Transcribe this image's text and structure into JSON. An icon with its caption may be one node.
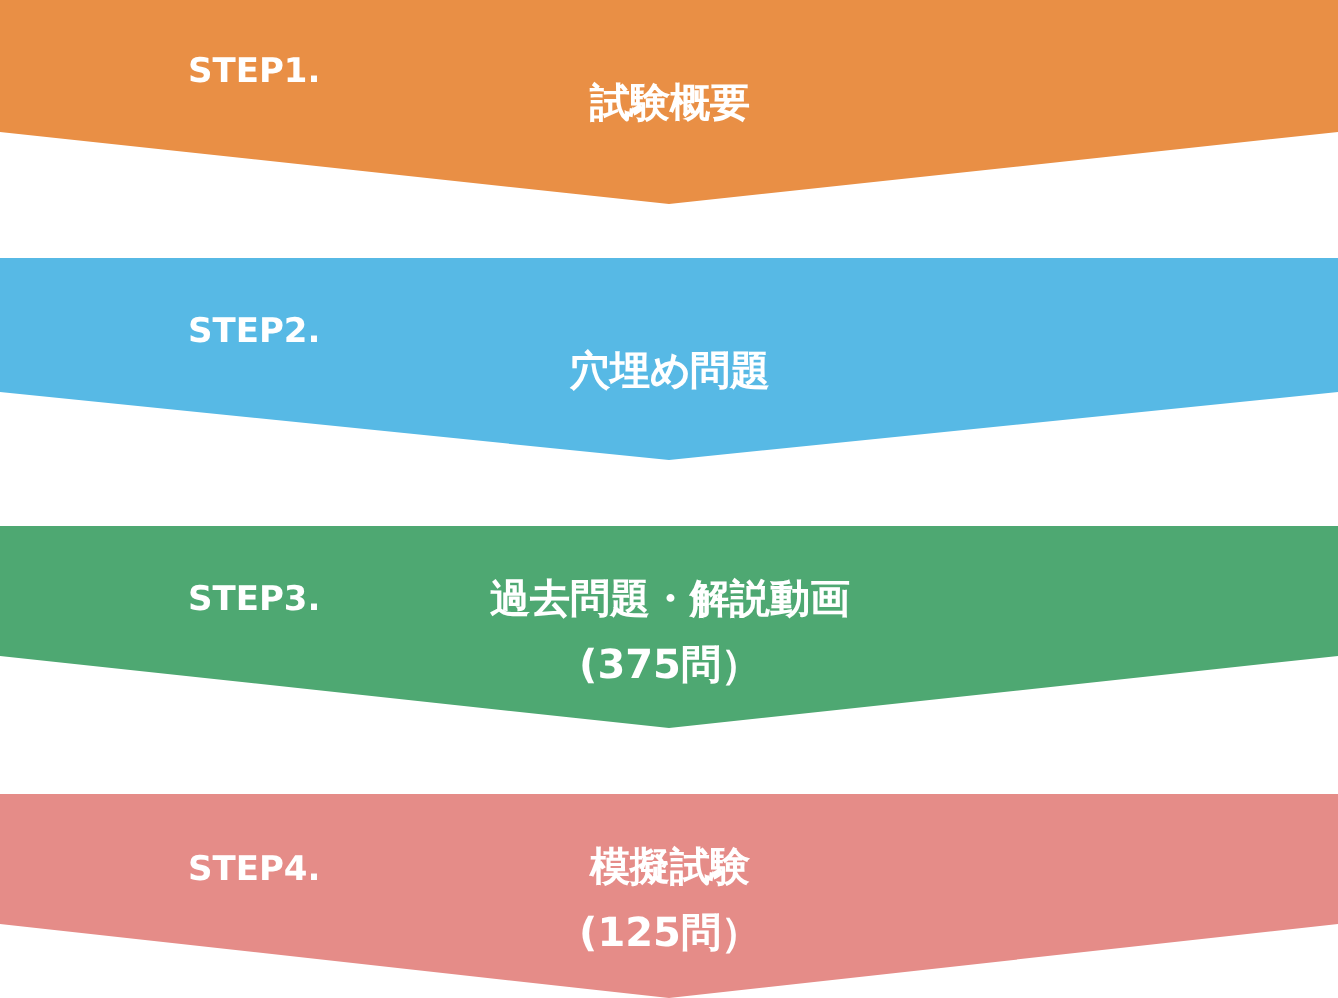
{
  "diagram": {
    "nodes": [
      {
        "text": [
          "STEP1.",
          "試験概要"
        ]
      },
      {
        "text": [
          "STEP2.",
          "穴埋め問題"
        ]
      },
      {
        "text": [
          "STEP3.",
          "過去問題・解説動画(375問）"
        ]
      },
      {
        "text": [
          "STEP4.",
          "模擬試験(125問）"
        ]
      }
    ]
  }
}
